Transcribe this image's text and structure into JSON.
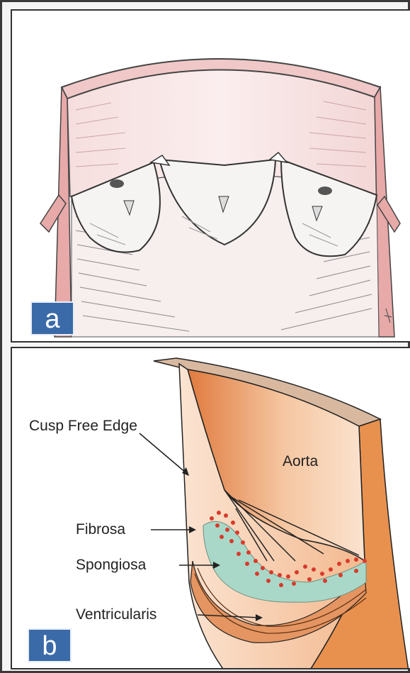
{
  "panels": [
    {
      "label": "a"
    },
    {
      "label": "b",
      "annotations": {
        "cusp_free_edge": "Cusp Free Edge",
        "aorta": "Aorta",
        "fibrosa": "Fibrosa",
        "spongiosa": "Spongiosa",
        "ventricularis": "Ventricularis"
      }
    }
  ],
  "colors": {
    "badge": "#3b6aa8",
    "aorta_wall": "#e0894f",
    "wall_pink": "#e8a9a9",
    "fibrosa_dots": "#d93a2b",
    "spongiosa": "#a9d8c8"
  }
}
